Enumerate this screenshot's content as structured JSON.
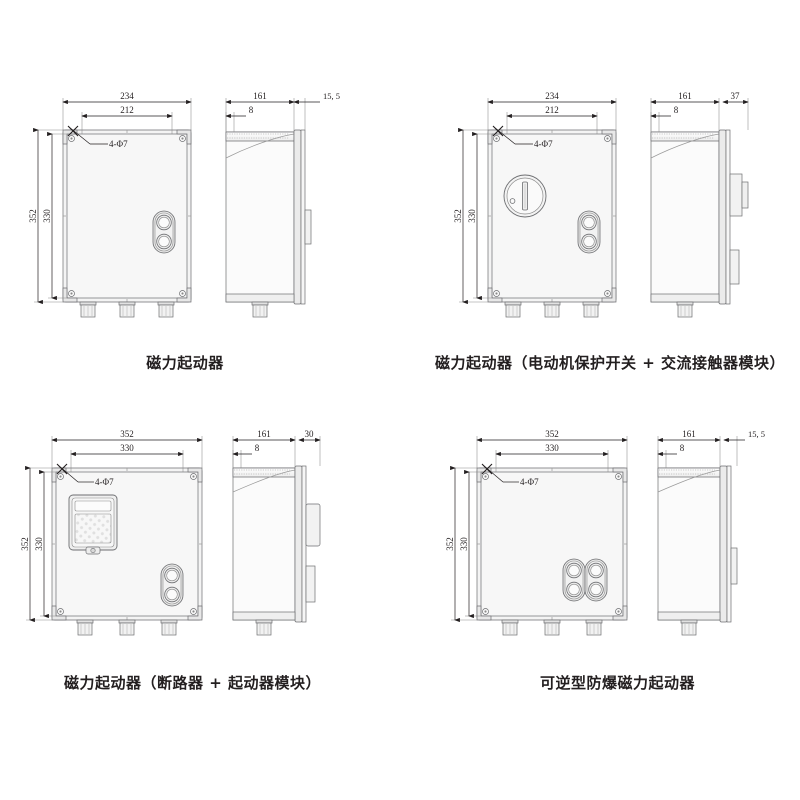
{
  "sheet": {
    "background_color": "#ffffff",
    "line_color": "#6d6e71",
    "dark_line_color": "#231f20",
    "fill_color": "#f2f2f2",
    "dim_text_color": "#231f20"
  },
  "figures": [
    {
      "id": "fig-1",
      "caption": "磁力起动器",
      "front_view": {
        "width_overall": "234",
        "width_mounting": "212",
        "height_overall": "352",
        "height_mounting": "330",
        "hole_note": "4-Φ7",
        "controls": [
          "dual-pushbutton-vertical"
        ],
        "gland_count": 3
      },
      "side_view": {
        "depth": "161",
        "lid_depth": "8",
        "flange": "15, 5"
      }
    },
    {
      "id": "fig-2",
      "caption": "磁力起动器（电动机保护开关 + 交流接触器模块）",
      "front_view": {
        "width_overall": "234",
        "width_mounting": "212",
        "height_overall": "352",
        "height_mounting": "330",
        "hole_note": "4-Φ7",
        "controls": [
          "rotary-selector-knob",
          "dual-pushbutton-vertical"
        ],
        "gland_count": 3
      },
      "side_view": {
        "depth": "161",
        "lid_depth": "8",
        "flange": "37"
      }
    },
    {
      "id": "fig-3",
      "caption": "磁力起动器（断路器 + 起动器模块）",
      "front_view": {
        "width_overall": "352",
        "width_mounting": "330",
        "height_overall": "352",
        "height_mounting": "330",
        "hole_note": "4-Φ7",
        "controls": [
          "breaker-window",
          "dual-pushbutton-vertical"
        ],
        "gland_count": 3
      },
      "side_view": {
        "depth": "161",
        "lid_depth": "8",
        "flange": "30"
      }
    },
    {
      "id": "fig-4",
      "caption": "可逆型防爆磁力起动器",
      "front_view": {
        "width_overall": "352",
        "width_mounting": "330",
        "height_overall": "352",
        "height_mounting": "330",
        "hole_note": "4-Φ7",
        "controls": [
          "quad-pushbutton-cluster"
        ],
        "gland_count": 3
      },
      "side_view": {
        "depth": "161",
        "lid_depth": "8",
        "flange": "15, 5"
      }
    }
  ]
}
